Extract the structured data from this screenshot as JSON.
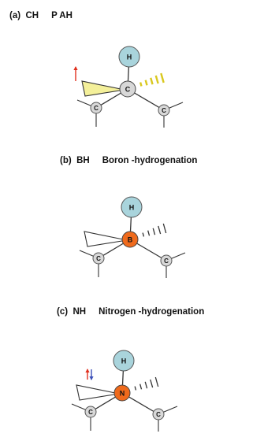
{
  "panels": [
    {
      "letter": "(a)",
      "system": "CH",
      "description": "P AH",
      "top_atom": "H",
      "center_atom": "C",
      "left_atom": "C",
      "right_atom": "C",
      "center_color": "#d8d8d8",
      "wedge_color": "#f4f09a",
      "hash_color": "#d9c81f",
      "arrows": "up"
    },
    {
      "letter": "(b)",
      "system": "BH",
      "description": "Boron -hydrogenation",
      "top_atom": "H",
      "center_atom": "B",
      "left_atom": "C",
      "right_atom": "C",
      "center_color": "#ef6a1c",
      "wedge_color": "#ffffff",
      "hash_color": "#333333",
      "arrows": "none"
    },
    {
      "letter": "(c)",
      "system": "NH",
      "description": "Nitrogen -hydrogenation",
      "top_atom": "H",
      "center_atom": "N",
      "left_atom": "C",
      "right_atom": "C",
      "center_color": "#ef6a1c",
      "wedge_color": "#ffffff",
      "hash_color": "#333333",
      "arrows": "up-down"
    }
  ],
  "colors": {
    "hydrogen_fill": "#a9d4dc",
    "carbon_fill": "#d8d8d8",
    "bond": "#333333",
    "spin_up": "#e0301e",
    "spin_down": "#3a4fb8"
  }
}
